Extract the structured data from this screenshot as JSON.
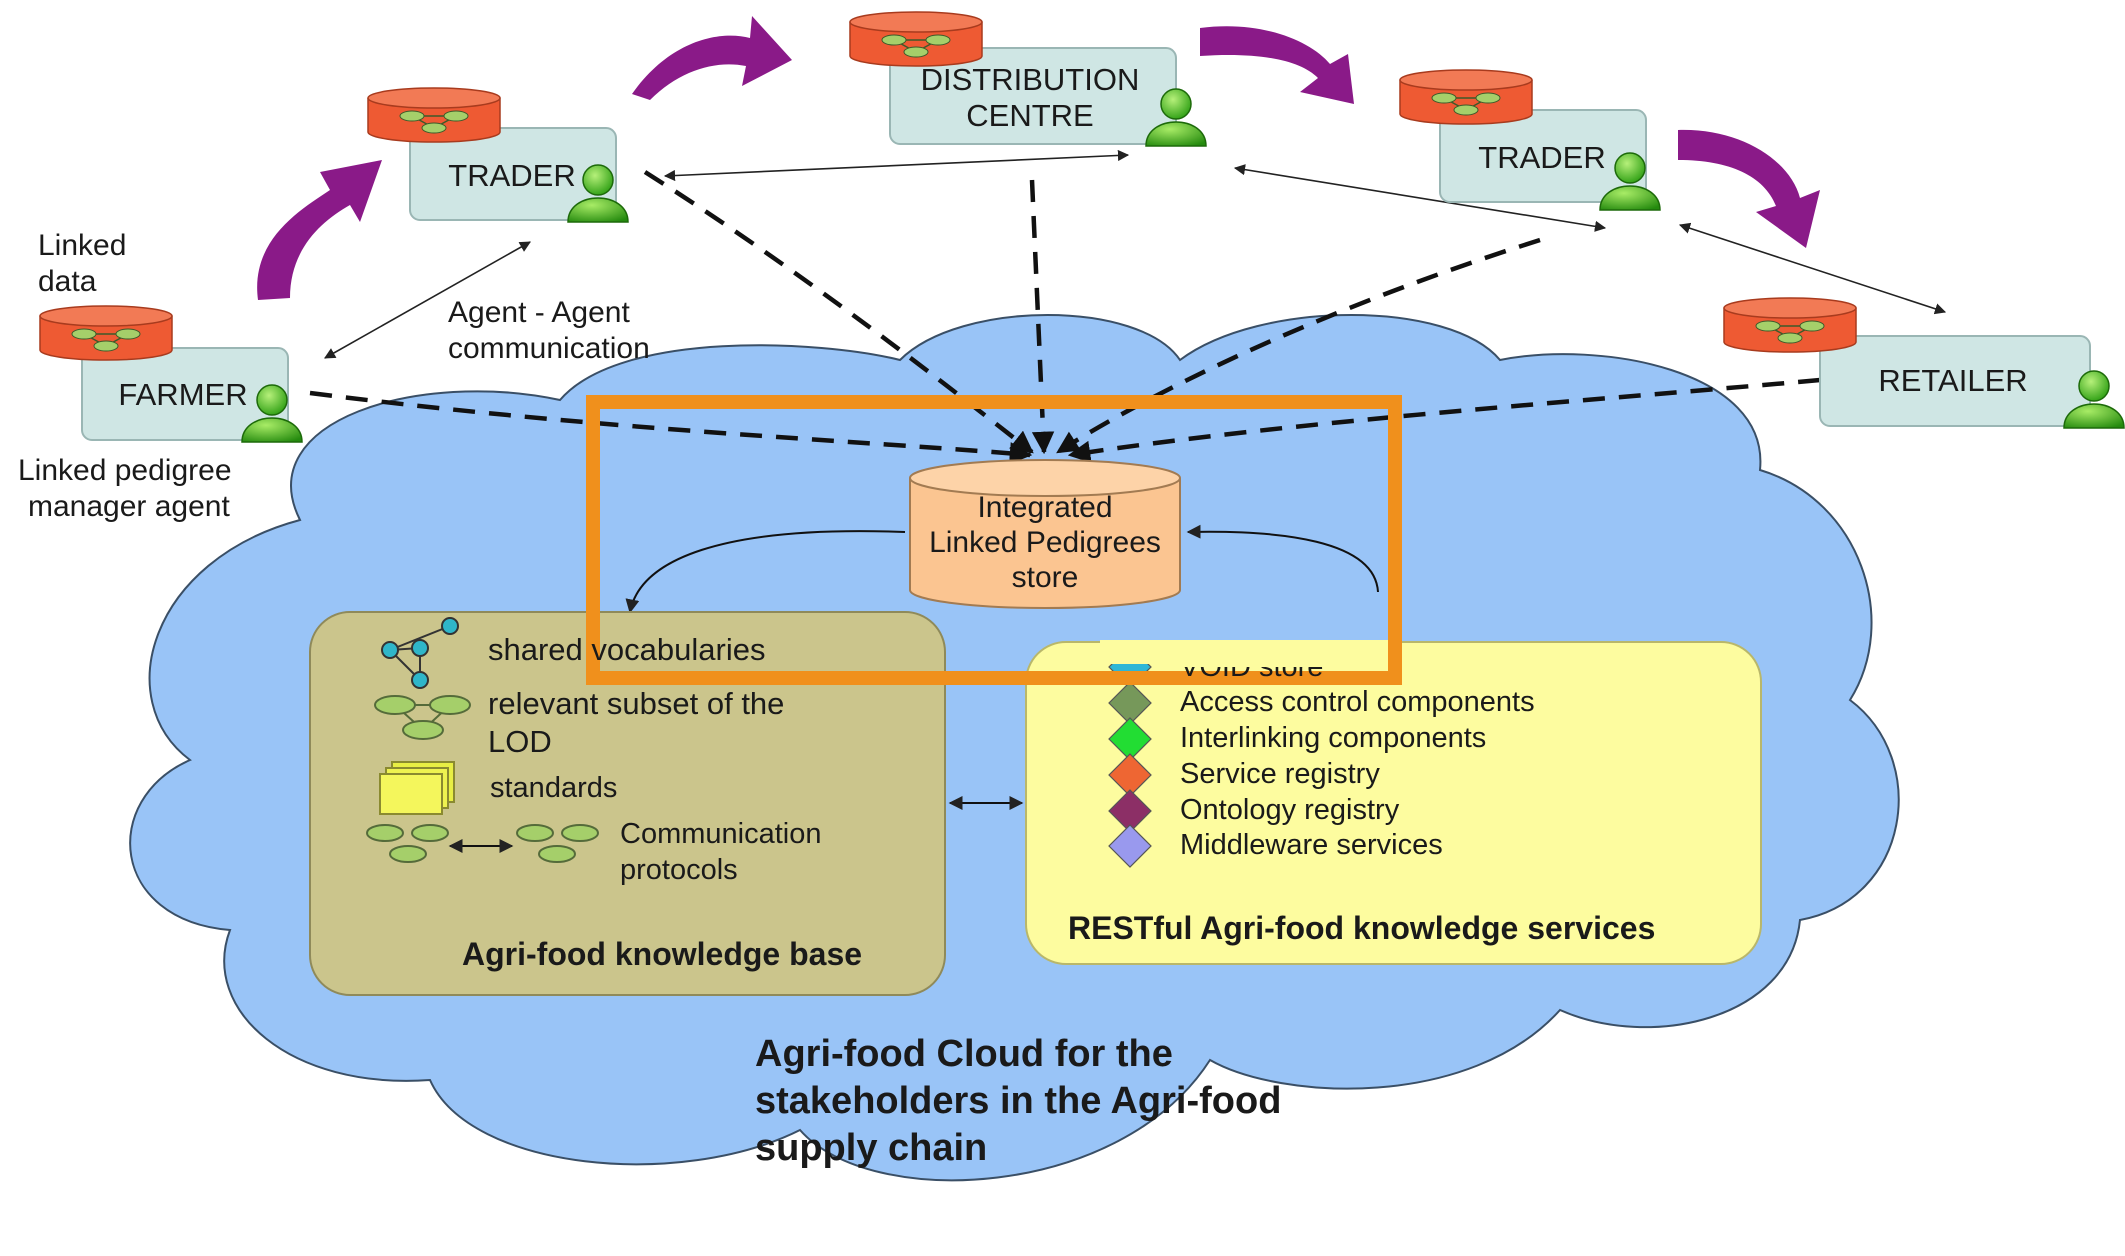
{
  "stakeholders": {
    "farmer": "FARMER",
    "trader_left": "TRADER",
    "distribution_line1": "DISTRIBUTION",
    "distribution_line2": "CENTRE",
    "trader_right": "TRADER",
    "retailer": "RETAILER"
  },
  "annotations": {
    "linked_data_line1": "Linked",
    "linked_data_line2": "data",
    "agent_comm_line1": "Agent -  Agent",
    "agent_comm_line2": "communication",
    "pedigree_agent_line1": "Linked pedigree",
    "pedigree_agent_line2": "manager agent"
  },
  "store": {
    "line1": "Integrated",
    "line2": "Linked Pedigrees",
    "line3": "store"
  },
  "knowledge_base": {
    "items": [
      "shared vocabularies",
      "relevant subset of the",
      "LOD",
      "standards",
      "Communication",
      "protocols"
    ],
    "title": "Agri-food knowledge base"
  },
  "services": {
    "items": [
      "VOID store",
      "Access control components",
      "Interlinking components",
      "Service registry",
      "Ontology registry",
      "Middleware services"
    ],
    "item_colors": [
      "#2fb6d6",
      "#76985a",
      "#22dd33",
      "#ee6633",
      "#8c2f66",
      "#9999ee"
    ],
    "title": "RESTful Agri-food knowledge services"
  },
  "cloud": {
    "line1": "Agri-food Cloud for the",
    "line2": "stakeholders in the Agri-food",
    "line3": "supply chain"
  },
  "colors": {
    "cloud_fill": "#99c4f7",
    "node_fill": "#cfe6e4",
    "db_fill": "#ee5a33",
    "agent_green": "#44cc22",
    "flow_arrow": "#8a1a88",
    "highlight": "#f0901c",
    "kb_fill": "#cbc58c",
    "services_fill": "#fdfc9f",
    "store_fill": "#fbc591"
  }
}
